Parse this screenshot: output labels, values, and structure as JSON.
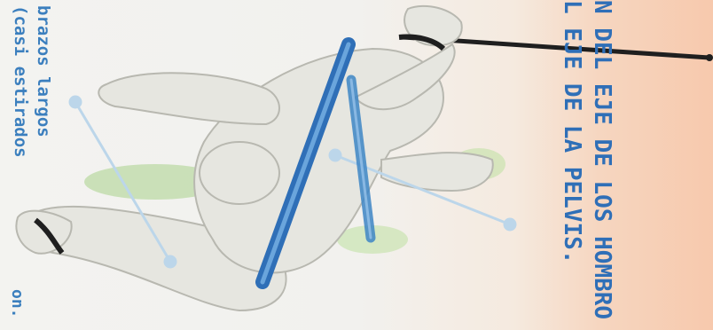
{
  "labels": {
    "arms_line1": "brazos largos",
    "arms_line2": "(casi estirados",
    "fragment_left": "on.",
    "axis_line1": "N DEL EJE DE LOS HOMBRO",
    "axis_line2": "L EJE DE LA PELVIS."
  },
  "colors": {
    "background": "#f2f1ee",
    "warm_edge": "#f7c9ad",
    "body": "#e6e6e0",
    "axis_blue": "#2f6fb7",
    "pointer_line": "#bcd6ea",
    "green_glow": "#a8d28a",
    "cord": "#1f1f1f"
  }
}
